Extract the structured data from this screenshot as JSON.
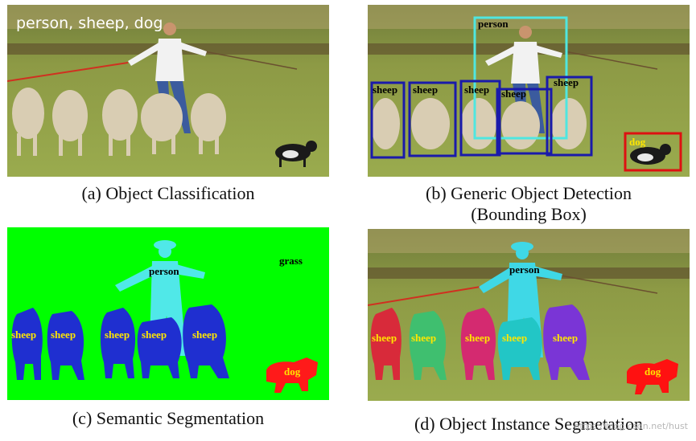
{
  "panels": {
    "a": {
      "caption": "(a) Object Classification",
      "overlay": "person, sheep, dog"
    },
    "b": {
      "caption_line1": "(b) Generic Object Detection",
      "caption_line2": "(Bounding Box)",
      "labels": {
        "person": "person",
        "sheep1": "sheep",
        "sheep2": "sheep",
        "sheep3": "sheep",
        "sheep4": "sheep",
        "sheep5": "sheep",
        "dog": "dog"
      }
    },
    "c": {
      "caption": "(c) Semantic Segmentation",
      "labels": {
        "grass": "grass",
        "person": "person",
        "sheep1": "sheep",
        "sheep2": "sheep",
        "sheep3": "sheep",
        "sheep4": "sheep",
        "sheep5": "sheep",
        "dog": "dog"
      }
    },
    "d": {
      "caption": "(d) Object Instance Segmetation",
      "labels": {
        "person": "person",
        "sheep1": "sheep",
        "sheep2": "sheep",
        "sheep3": "sheep",
        "sheep4": "sheep",
        "sheep5": "sheep",
        "dog": "dog"
      }
    }
  },
  "watermark": "https://blog.csdn.net/hust",
  "colors": {
    "grass_photo": "#8a9a3c",
    "semantic_background": "#00ff00",
    "sheep_semantic": "#1f2fd0",
    "person_semantic": "#50e8e8",
    "dog_semantic": "#ff1a1a",
    "box_person": "#4fe6e0",
    "box_sheep": "#1a1aaa",
    "box_dog": "#dd1111",
    "instance_sheep": [
      "#d82a3a",
      "#3fbf6f",
      "#d42a70",
      "#22c6c6",
      "#7a35d6"
    ],
    "instance_person": "#3fd8e6",
    "instance_dog": "#ff1111",
    "label_yellow": "#ffe600"
  }
}
